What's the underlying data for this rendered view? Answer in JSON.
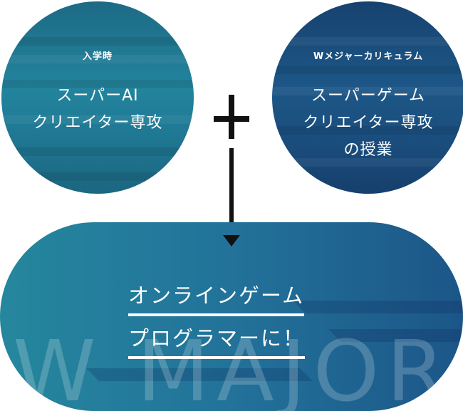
{
  "left_circle": {
    "caption": "入学時",
    "title_line1": "スーパーAI",
    "title_line2": "クリエイター専攻",
    "color": "#23849d"
  },
  "right_circle": {
    "caption": "Wメジャーカリキュラム",
    "title_line1": "スーパーゲーム",
    "title_line2": "クリエイター専攻",
    "title_line3": "の授業",
    "color": "#1d5787"
  },
  "operator": {
    "icon": "plus-icon"
  },
  "flow": {
    "icon": "arrow-down-icon"
  },
  "result": {
    "line1": "オンラインゲーム",
    "line2": "プログラマーに！",
    "watermark": "W MAJOR",
    "color": "#22729a"
  }
}
